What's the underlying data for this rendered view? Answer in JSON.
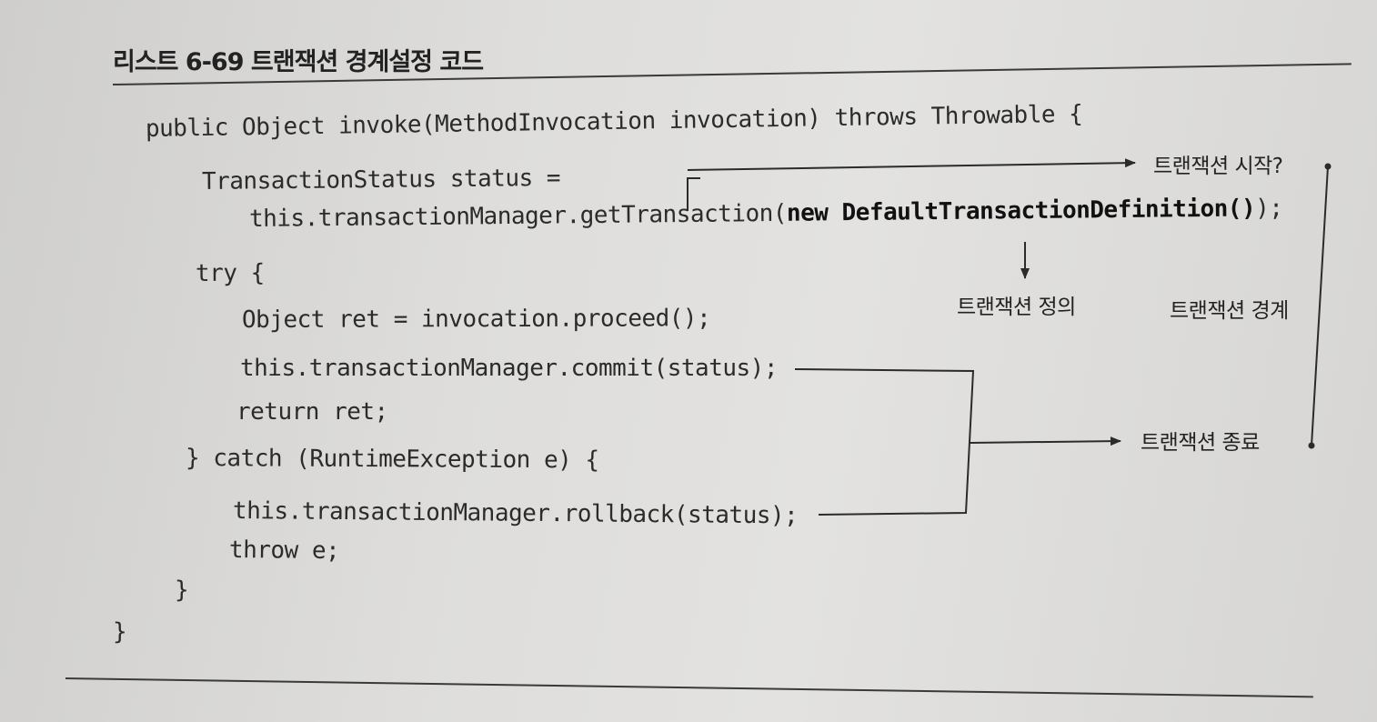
{
  "caption": "리스트 6-69 트랜잭션 경계설정 코드",
  "code": {
    "line1": "public Object invoke(MethodInvocation invocation) throws Throwable {",
    "line2": "TransactionStatus status =",
    "line3_pre": "this.transactionManager.getTransaction(",
    "line3_bold": "new DefaultTransactionDefinition()",
    "line3_post": ");",
    "line4": "try {",
    "line5": "Object ret = invocation.proceed();",
    "line6": "this.transactionManager.commit(status);",
    "line7": "return ret;",
    "line8": "} catch (RuntimeException e) {",
    "line9": "this.transactionManager.rollback(status);",
    "line10": "throw e;",
    "line11": "}",
    "line12": "}"
  },
  "annotations": {
    "start": "트랜잭션 시작?",
    "definition": "트랜잭션 정의",
    "boundary": "트랜잭션 경계",
    "end": "트랜잭션 종료"
  },
  "colors": {
    "ink": "#2b2b2b",
    "paper": "#dedddb"
  }
}
